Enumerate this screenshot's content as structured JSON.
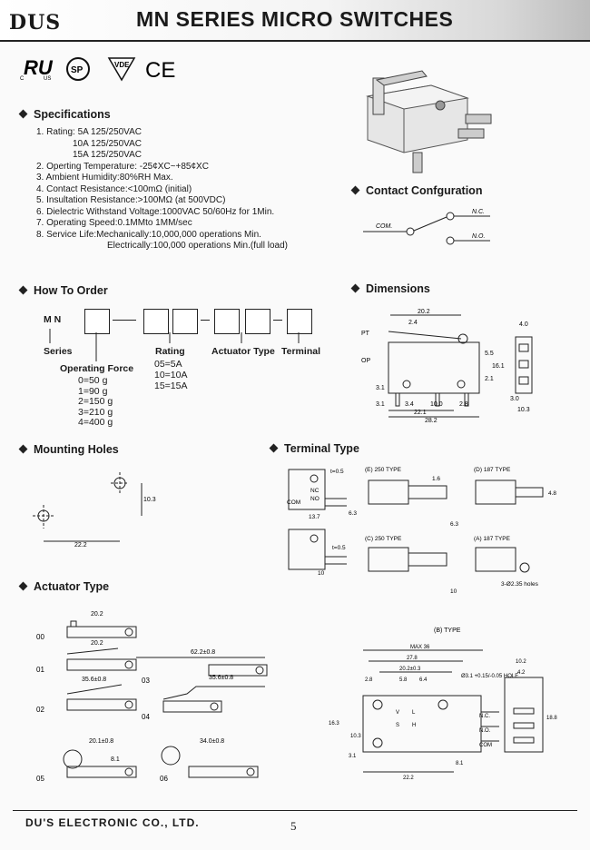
{
  "header": {
    "logo": "DUS",
    "title": "MN SERIES MICRO SWITCHES"
  },
  "certifications": [
    "UL",
    "CSA",
    "VDE",
    "CE"
  ],
  "specifications": {
    "heading": "Specifications",
    "lines": [
      "1. Rating: 5A 125/250VAC",
      "10A 125/250VAC",
      "15A 125/250VAC",
      "2. Operting Temperature: -25¢XC~+85¢XC",
      "3. Ambient Humidity:80%RH Max.",
      "4. Contact Resistance:<100mΩ (initial)",
      "5. Insultation Resistance:>100MΩ (at 500VDC)",
      "6. Dielectric Withstand Voltage:1000VAC 50/60Hz for 1Min.",
      "7. Operating Speed:0.1MMto 1MM/sec",
      "8. Service Life:Mechanically:10,000,000 operations Min.",
      "Electrically:100,000 operations Min.(full load)"
    ]
  },
  "contact": {
    "heading": "Contact Confguration",
    "com": "COM.",
    "nc": "N.C.",
    "no": "N.O."
  },
  "order": {
    "heading": "How To Order",
    "prefix": "M N",
    "series": "Series",
    "rating": "Rating",
    "actuator": "Actuator Type",
    "terminal": "Terminal",
    "rating_options": [
      "05=5A",
      "10=10A",
      "15=15A"
    ],
    "force_label": "Operating Force",
    "force_options": [
      "0=50 g",
      "1=90 g",
      "2=150 g",
      "3=210 g",
      "4=400 g"
    ]
  },
  "dimensions": {
    "heading": "Dimensions",
    "labels": [
      "20.2",
      "2.4",
      "PT",
      "OP",
      "3.1",
      "5.5",
      "16.1",
      "2.1",
      "3.1",
      "3.4",
      "10.0",
      "2.8",
      "22.1",
      "28.2",
      "4.0",
      "3.0",
      "10.3"
    ]
  },
  "mounting": {
    "heading": "Mounting Holes",
    "v": "10.3",
    "h": "22.2"
  },
  "terminal": {
    "heading": "Terminal Type",
    "types": [
      "(E) 250 TYPE",
      "(D) 187 TYPE",
      "(C) 250 TYPE",
      "(A) 187 TYPE"
    ],
    "labels": [
      "t=0.5",
      "NC",
      "NO",
      "COM",
      "13.7",
      "6.3",
      "1.6",
      "t=0.5",
      "10",
      "3-Ø2.35 holes",
      "4.8",
      "6.3",
      "10"
    ]
  },
  "actuator": {
    "heading": "Actuator Type",
    "items": [
      {
        "code": "00",
        "dim": "20.2"
      },
      {
        "code": "01",
        "dim": "20.2"
      },
      {
        "code": "02",
        "dim": "35.6±0.8"
      },
      {
        "code": "03",
        "dim": "62.2±0.8"
      },
      {
        "code": "04",
        "dim": "35.6±0.8"
      },
      {
        "code": "05",
        "dim": "20.1±0.8"
      },
      {
        "code": "06",
        "dim": "34.0±0.8"
      }
    ],
    "extra": "8.1"
  },
  "btype": {
    "heading": "(B) TYPE",
    "labels": [
      "MAX 36",
      "27.8",
      "20.2±0.3",
      "2.8",
      "5.8",
      "6.4",
      "Ø3.1 +0.15/-0.05 HOLE",
      "10.2",
      "4.2",
      "18.8",
      "N.C.",
      "N.O.",
      "COM",
      "V",
      "L",
      "S",
      "H",
      "22.2",
      "3.1",
      "10.3",
      "16.3",
      "8.1"
    ]
  },
  "footer": {
    "company": "DU'S ELECTRONIC CO., LTD.",
    "page": "5"
  }
}
